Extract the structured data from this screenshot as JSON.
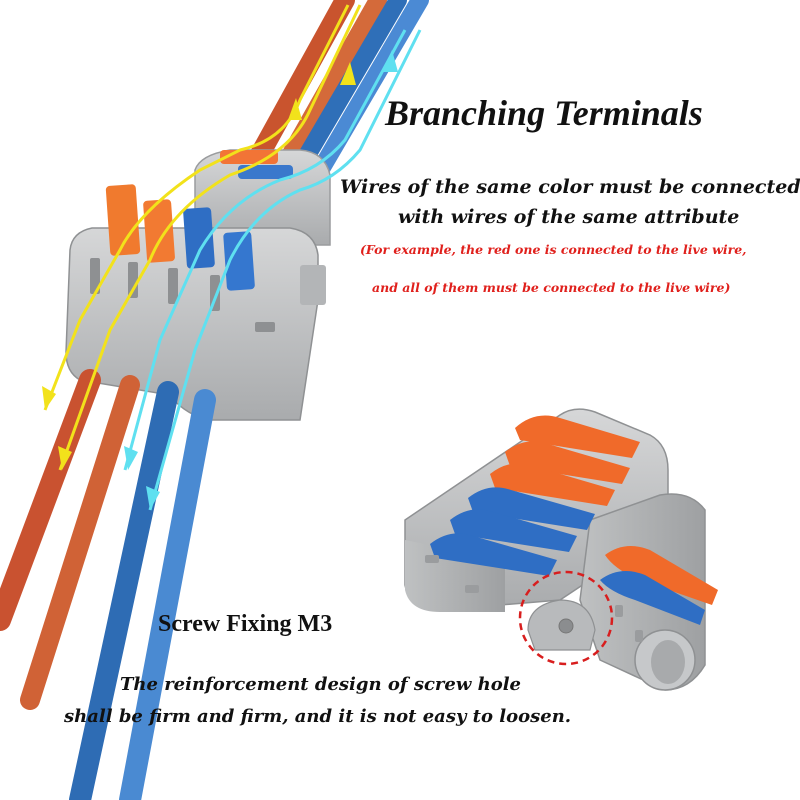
{
  "heading": "Branching Terminals",
  "rule_lines": [
    "Wires of the same color must be connected",
    "with wires of the same attribute"
  ],
  "note_lines": [
    "(For example, the red one is connected to the live wire,",
    "and all of them must be connected to the live wire)"
  ],
  "screw_label": "Screw Fixing M3",
  "reinforcement_lines": [
    "The reinforcement design of screw hole",
    "shall be firm and firm, and it is not easy to loosen."
  ],
  "colors": {
    "live_wire": "#d2532a",
    "neutral_wire": "#3a7fc8",
    "live_flow_arrow": "#f2e21b",
    "neutral_flow_arrow": "#5fe0f0",
    "housing": "#bdbfc0",
    "lever_orange": "#f06a2a",
    "lever_blue": "#2f6ec4",
    "callout_ring": "#d81e1e"
  }
}
